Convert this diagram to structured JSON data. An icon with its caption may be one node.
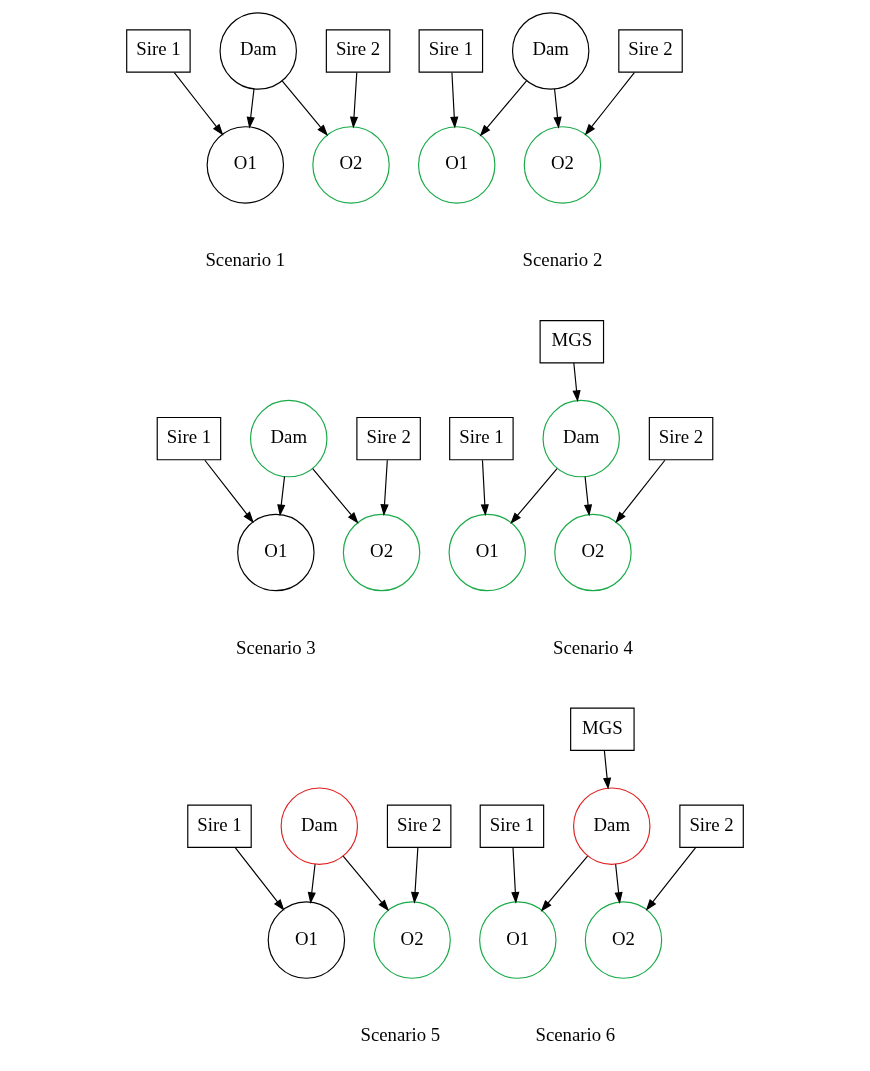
{
  "diagram": {
    "nodes": [
      {
        "text": [
          "Sire 1"
        ]
      },
      {
        "text": [
          "Dam"
        ]
      },
      {
        "text": [
          "Sire 2"
        ]
      },
      {
        "text": [
          "O1"
        ]
      },
      {
        "text": [
          "O2"
        ]
      },
      {
        "text": [
          "Sire 1"
        ]
      },
      {
        "text": [
          "Dam"
        ]
      },
      {
        "text": [
          "Sire 2"
        ]
      },
      {
        "text": [
          "O1"
        ]
      },
      {
        "text": [
          "O2"
        ]
      },
      {
        "text": [
          "Sire 1"
        ]
      },
      {
        "text": [
          "Dam"
        ]
      },
      {
        "text": [
          "Sire 2"
        ]
      },
      {
        "text": [
          "O1"
        ]
      },
      {
        "text": [
          "O2"
        ]
      },
      {
        "text": [
          "MGS"
        ]
      },
      {
        "text": [
          "Sire 1"
        ]
      },
      {
        "text": [
          "Dam"
        ]
      },
      {
        "text": [
          "Sire 2"
        ]
      },
      {
        "text": [
          "O1"
        ]
      },
      {
        "text": [
          "O2"
        ]
      },
      {
        "text": [
          "Sire 1"
        ]
      },
      {
        "text": [
          "Dam"
        ]
      },
      {
        "text": [
          "Sire 2"
        ]
      },
      {
        "text": [
          "O1"
        ]
      },
      {
        "text": [
          "O2"
        ]
      },
      {
        "text": [
          "MGS"
        ]
      },
      {
        "text": [
          "Sire 1"
        ]
      },
      {
        "text": [
          "Dam"
        ]
      },
      {
        "text": [
          "Sire 2"
        ]
      },
      {
        "text": [
          "O1"
        ]
      },
      {
        "text": [
          "O2"
        ]
      }
    ],
    "edges": [
      {
        "from": 0,
        "to": 3,
        "arrow": "to"
      },
      {
        "from": 1,
        "to": 3,
        "arrow": "to"
      },
      {
        "from": 1,
        "to": 4,
        "arrow": "to"
      },
      {
        "from": 2,
        "to": 4,
        "arrow": "to"
      },
      {
        "from": 5,
        "to": 8,
        "arrow": "to"
      },
      {
        "from": 6,
        "to": 8,
        "arrow": "to"
      },
      {
        "from": 6,
        "to": 9,
        "arrow": "to"
      },
      {
        "from": 7,
        "to": 9,
        "arrow": "to"
      },
      {
        "from": 10,
        "to": 13,
        "arrow": "to"
      },
      {
        "from": 11,
        "to": 13,
        "arrow": "to"
      },
      {
        "from": 11,
        "to": 14,
        "arrow": "to"
      },
      {
        "from": 12,
        "to": 14,
        "arrow": "to"
      },
      {
        "from": 15,
        "to": 17,
        "arrow": "to"
      },
      {
        "from": 16,
        "to": 19,
        "arrow": "to"
      },
      {
        "from": 17,
        "to": 19,
        "arrow": "to"
      },
      {
        "from": 17,
        "to": 20,
        "arrow": "to"
      },
      {
        "from": 18,
        "to": 20,
        "arrow": "to"
      },
      {
        "from": 21,
        "to": 24,
        "arrow": "to"
      },
      {
        "from": 22,
        "to": 24,
        "arrow": "to"
      },
      {
        "from": 22,
        "to": 25,
        "arrow": "to"
      },
      {
        "from": 23,
        "to": 25,
        "arrow": "to"
      },
      {
        "from": 26,
        "to": 28,
        "arrow": "to"
      },
      {
        "from": 27,
        "to": 30,
        "arrow": "to"
      },
      {
        "from": 28,
        "to": 30,
        "arrow": "to"
      },
      {
        "from": 28,
        "to": 31,
        "arrow": "to"
      },
      {
        "from": 29,
        "to": 31,
        "arrow": "to"
      }
    ],
    "labels": [
      "Scenario 1",
      "Scenario 2",
      "Scenario 3",
      "Scenario 4",
      "Scenario 5",
      "Scenario 6"
    ]
  }
}
